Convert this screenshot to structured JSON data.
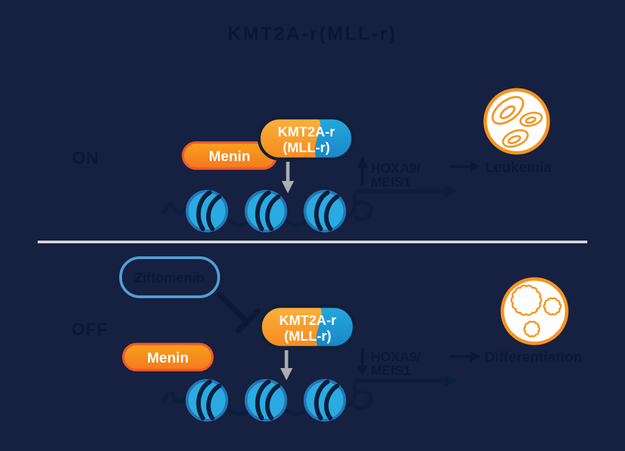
{
  "title": "KMT2A-r(MLL-r)",
  "colors": {
    "background": "#162040",
    "dark_navy": "#0b1936",
    "strand_navy": "#0d1e3c",
    "orange": "#F7941E",
    "orange_border": "#F1582C",
    "nucleosome_blue": "#29ABE2",
    "complex_blue": "#1E9CD7",
    "light_blue_border": "#4FA0D5",
    "gray_arrow": "#ACAEB1",
    "divider": "#D4D5D7",
    "white": "#FFFFFF"
  },
  "sections": {
    "on": {
      "state_label": "ON",
      "menin_label": "Menin",
      "complex_line1": "KMT2A-r",
      "complex_line2": "(MLL-r)",
      "gene_line1": "HOXA9/",
      "gene_line2": "MEIS1",
      "gene_direction": "up",
      "outcome_label": "Leukemia",
      "outcome_icon": "red-blood-cells-icon"
    },
    "off": {
      "state_label": "OFF",
      "inhibitor_label": "Ziftomenib",
      "menin_label": "Menin",
      "complex_line1": "KMT2A-r",
      "complex_line2": "(MLL-r)",
      "gene_line1": "HOXA9/",
      "gene_line2": "MEIS1",
      "gene_direction": "down",
      "outcome_label": "Differentiation",
      "outcome_icon": "differentiated-cells-icon"
    }
  }
}
